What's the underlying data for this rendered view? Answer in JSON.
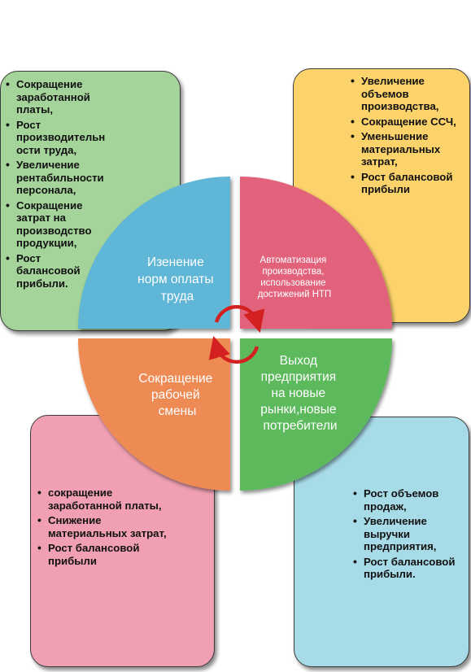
{
  "quadrants": {
    "top_left": {
      "lines": [
        "Изенение",
        "норм оплаты",
        "труда"
      ],
      "color": "#5fb6d6"
    },
    "top_right": {
      "lines": [
        "Автоматизация",
        "производства,",
        "использование",
        "достижений НТП"
      ],
      "color": "#e2627c"
    },
    "bottom_left": {
      "lines": [
        "Сокращение",
        "рабочей",
        "смены"
      ],
      "color": "#ee8a52"
    },
    "bottom_right": {
      "lines": [
        "Выход",
        "предприятия",
        "на новые",
        "рынки,новые",
        "потребители"
      ],
      "color": "#5cba5c"
    }
  },
  "boxes": {
    "green": {
      "color": "#a4d49a",
      "items": [
        "Сокращение заработанной платы,",
        "Рост производительн ости труда,",
        "Увеличение рентабильности персонала,",
        "Сокращение затрат на производство продукции,",
        "Рост балансовой прибыли."
      ]
    },
    "yellow": {
      "color": "#fcd26b",
      "items": [
        "Увеличение объемов производства,",
        "Сокращение ССЧ,",
        "Уменьшение материальных затрат,",
        "Рост балансовой прибыли"
      ]
    },
    "pink": {
      "color": "#f0a0b2",
      "items": [
        "сокращение заработанной платы,",
        "Снижение материальных затрат,",
        "Рост балансовой прибыли"
      ]
    },
    "blue": {
      "color": "#a8dbe8",
      "items": [
        "Рост объемов продаж,",
        "Увеличение выручки предприятия,",
        "Рост балансовой прибыли."
      ]
    }
  },
  "cycle_arrow_color": "#d42020"
}
